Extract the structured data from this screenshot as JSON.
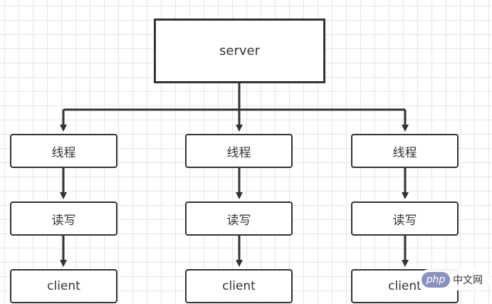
{
  "diagram": {
    "root": {
      "label": "server"
    },
    "columns": [
      {
        "thread": "线程",
        "rw": "读写",
        "client": "client"
      },
      {
        "thread": "线程",
        "rw": "读写",
        "client": "client"
      },
      {
        "thread": "线程",
        "rw": "读写",
        "client": "client"
      }
    ]
  },
  "watermark": {
    "logo": "php",
    "site": "中文网"
  },
  "colors": {
    "stroke": "#333333",
    "grid": "#e6e6e6",
    "background": "#ffffff",
    "logo": "#8892be"
  }
}
